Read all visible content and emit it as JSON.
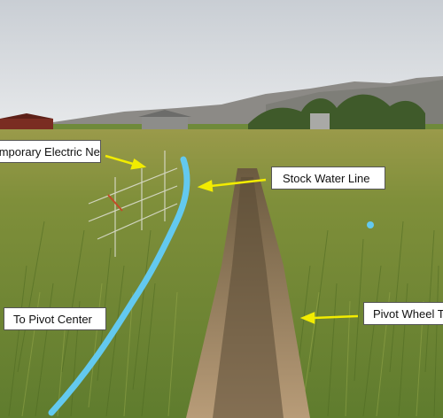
{
  "labels": {
    "temporary_electric_net": "Temporary Electric Net",
    "stock_water_line": "Stock Water Line",
    "to_pivot_center": "To Pivot Center",
    "pivot_wheel_track": "Pivot Wheel Track"
  },
  "colors": {
    "arrow": "#f2ec00",
    "water_line": "#63c9ef",
    "sky": "#d9dde2",
    "grass": "#6f8a3a"
  }
}
